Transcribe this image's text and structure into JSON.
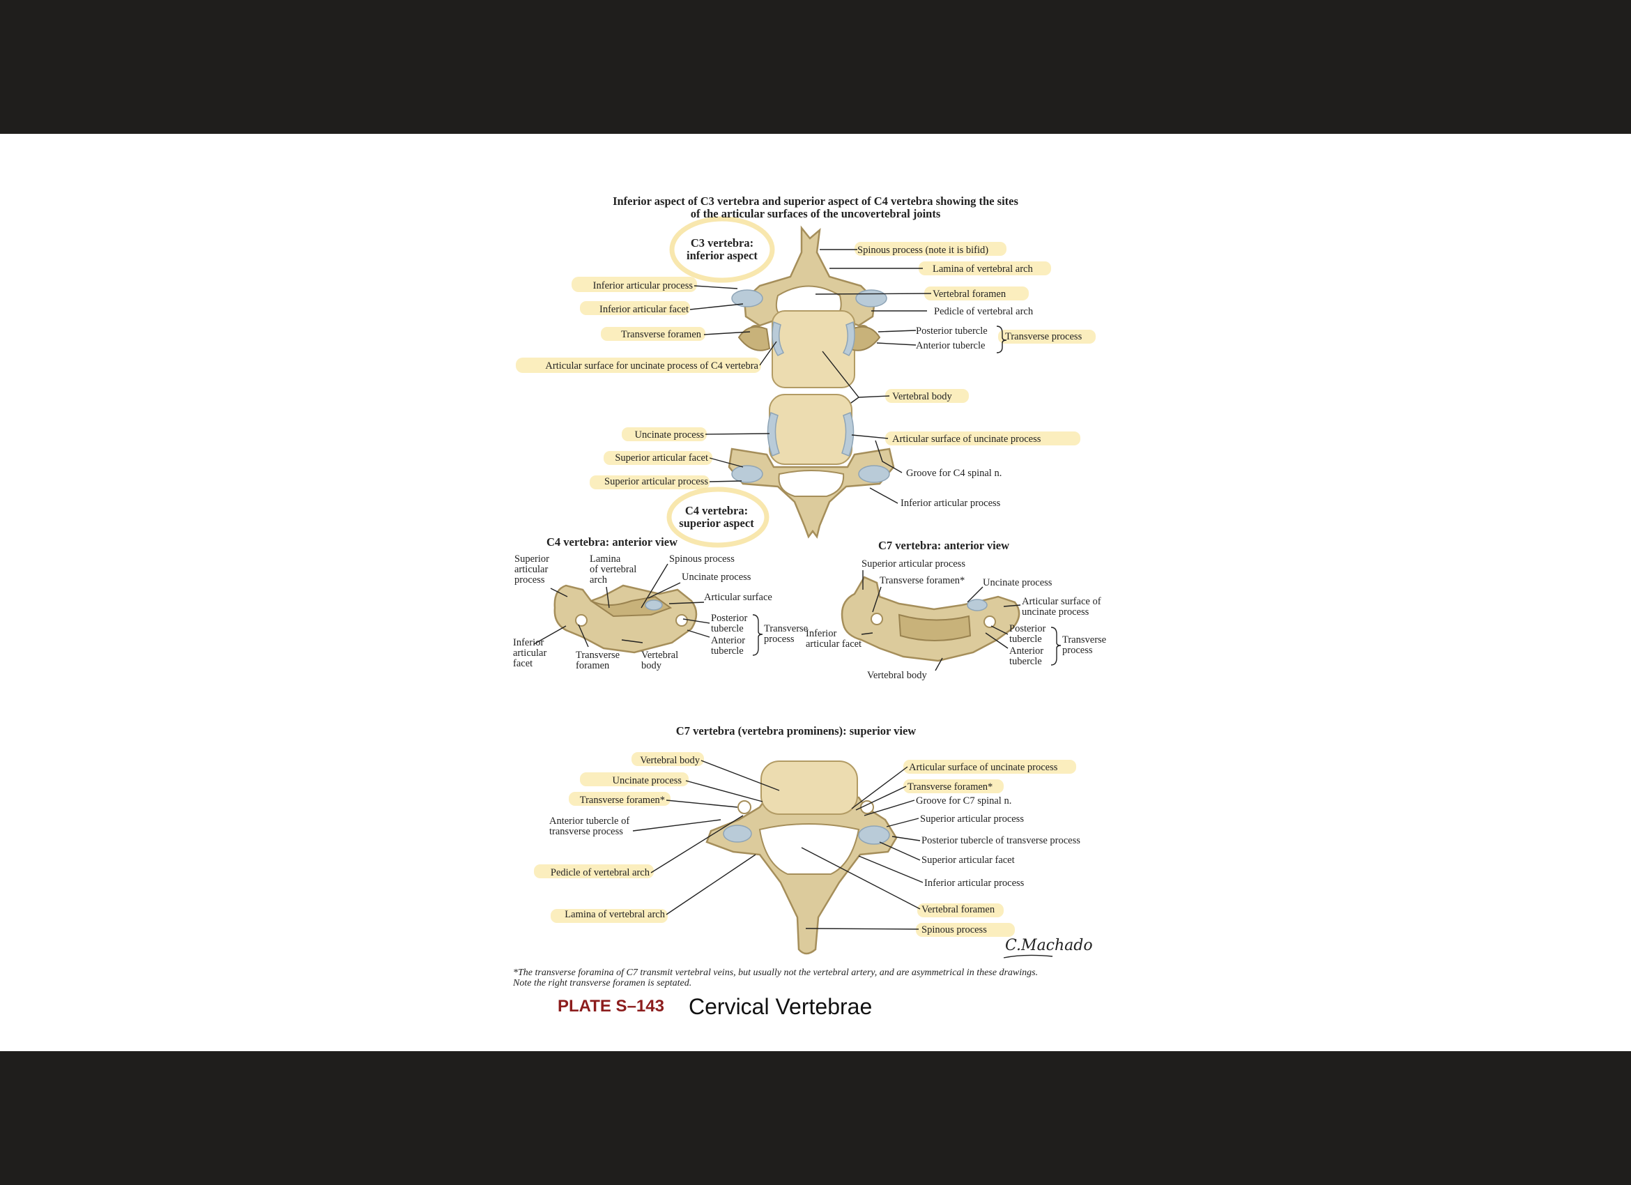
{
  "header_title": {
    "line1": "Inferior aspect of C3 vertebra and superior aspect of C4 vertebra showing the sites",
    "line2": "of the articular surfaces of the uncovertebral joints"
  },
  "c3": {
    "title1": "C3 vertebra:",
    "title2": "inferior aspect",
    "spinous": "Spinous process (note it is bifid)",
    "lamina": "Lamina of vertebral arch",
    "inf_art_process": "Inferior articular process",
    "vert_foramen": "Vertebral foramen",
    "inf_art_facet": "Inferior articular facet",
    "pedicle": "Pedicle of vertebral arch",
    "transverse_foramen": "Transverse foramen",
    "posterior_tubercle": "Posterior tubercle",
    "anterior_tubercle": "Anterior tubercle",
    "transverse_process": "Transverse process",
    "articular_surface": "Articular surface for uncinate process of C4 vertebra",
    "vertebral_body": "Vertebral body"
  },
  "c4sup": {
    "uncinate": "Uncinate process",
    "art_surface_uncinate": "Articular surface of uncinate process",
    "sup_art_facet": "Superior articular facet",
    "groove": "Groove for C4 spinal n.",
    "sup_art_process": "Superior articular process",
    "inf_art_process": "Inferior articular process",
    "title1": "C4 vertebra:",
    "title2": "superior aspect"
  },
  "c4ant": {
    "title": "C4 vertebra: anterior view",
    "sup_art_1": "Superior",
    "sup_art_2": "articular",
    "sup_art_3": "process",
    "lamina_1": "Lamina",
    "lamina_2": "of vertebral",
    "lamina_3": "arch",
    "spinous": "Spinous process",
    "uncinate": "Uncinate process",
    "art_surface": "Articular surface",
    "post_tub_1": "Posterior",
    "post_tub_2": "tubercle",
    "ant_tub_1": "Anterior",
    "ant_tub_2": "tubercle",
    "trans_1": "Transverse",
    "trans_2": "process",
    "inf_facet_1": "Inferior",
    "inf_facet_2": "articular",
    "inf_facet_3": "facet",
    "tf_1": "Transverse",
    "tf_2": "foramen",
    "vb_1": "Vertebral",
    "vb_2": "body"
  },
  "c7ant": {
    "title": "C7 vertebra: anterior view",
    "sup_art": "Superior articular process",
    "tf": "Transverse foramen*",
    "uncinate": "Uncinate process",
    "art_surf_1": "Articular surface of",
    "art_surf_2": "uncinate process",
    "post_tub_1": "Posterior",
    "post_tub_2": "tubercle",
    "ant_tub_1": "Anterior",
    "ant_tub_2": "tubercle",
    "trans_1": "Transverse",
    "trans_2": "process",
    "inf_facet_1": "Inferior",
    "inf_facet_2": "articular facet",
    "vb": "Vertebral body"
  },
  "c7sup": {
    "title": "C7 vertebra (vertebra prominens): superior view",
    "vb": "Vertebral body",
    "uncinate": "Uncinate process",
    "tf_left": "Transverse foramen*",
    "ant_tub_1": "Anterior tubercle of",
    "ant_tub_2": "transverse process",
    "pedicle": "Pedicle of vertebral arch",
    "lamina": "Lamina of vertebral arch",
    "art_surf": "Articular surface of uncinate process",
    "tf_right": "Transverse foramen*",
    "groove": "Groove for C7 spinal n.",
    "sup_art_process": "Superior articular process",
    "post_tub": "Posterior tubercle of transverse process",
    "sup_art_facet": "Superior articular facet",
    "inf_art_process": "Inferior articular process",
    "vert_foramen": "Vertebral foramen",
    "spinous": "Spinous process"
  },
  "footnote": {
    "line1": "*The transverse foramina of C7 transmit vertebral veins, but usually not the vertebral artery, and are asymmetrical in these drawings.",
    "line2": "Note the right transverse foramen is septated."
  },
  "plate": {
    "number": "PLATE S–143",
    "title": "Cervical Vertebrae"
  },
  "colors": {
    "highlight": "#f9e8a8",
    "bone": "#dccb9c",
    "cartilage": "#b9cbd8",
    "plate_number": "#8c1d1d",
    "band": "#1f1e1c"
  }
}
